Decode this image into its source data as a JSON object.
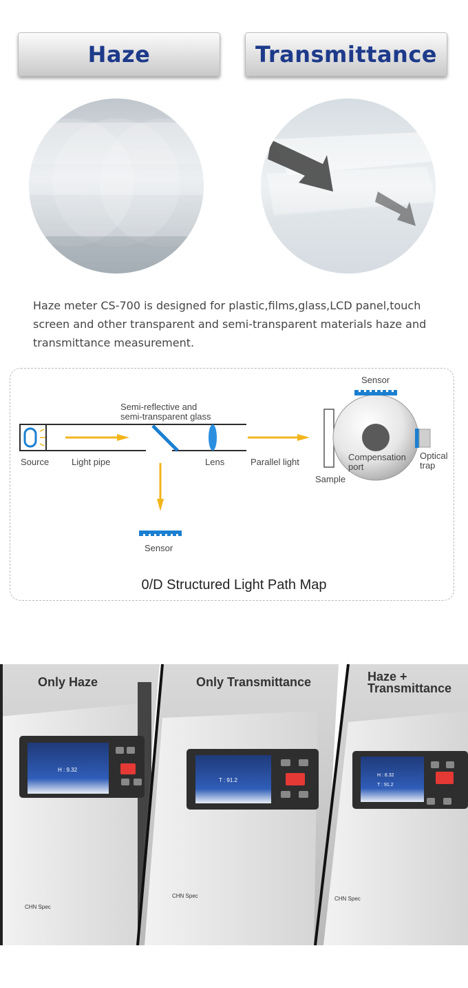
{
  "header": {
    "haze_label": "Haze",
    "transmittance_label": "Transmittance"
  },
  "description": "Haze meter CS-700 is designed for plastic,films,glass,LCD panel,touch screen and other transparent and semi-transparent materials haze and transmittance measurement.",
  "diagram": {
    "labels": {
      "glass_line1": "Semi-reflective and",
      "glass_line2": "semi-transparent glass",
      "source": "Source",
      "light_pipe": "Light pipe",
      "lens": "Lens",
      "parallel_light": "Parallel light",
      "sensor_top": "Sensor",
      "sensor_bottom": "Sensor",
      "sample": "Sample",
      "compensation_line1": "Compensation",
      "compensation_line2": "port",
      "optical_line1": "Optical",
      "optical_line2": "trap"
    },
    "caption": "0/D Structured Light Path Map",
    "colors": {
      "arrow": "#f2b51b",
      "sensor": "#1a7fd0",
      "lens": "#2b8fe0"
    }
  },
  "photos": [
    {
      "title": "Only Haze",
      "screen_line1": "H  :  9.32",
      "logo": "CHN Spec"
    },
    {
      "title": "Only Transmittance",
      "screen_line1": "T  :  91.2",
      "logo": "CHN Spec"
    },
    {
      "title_line1": "Haze +",
      "title_line2": "Transmittance",
      "screen_line1": "H  :  8.32",
      "screen_line2": "T  :  91.2",
      "logo": "CHN Spec"
    }
  ]
}
